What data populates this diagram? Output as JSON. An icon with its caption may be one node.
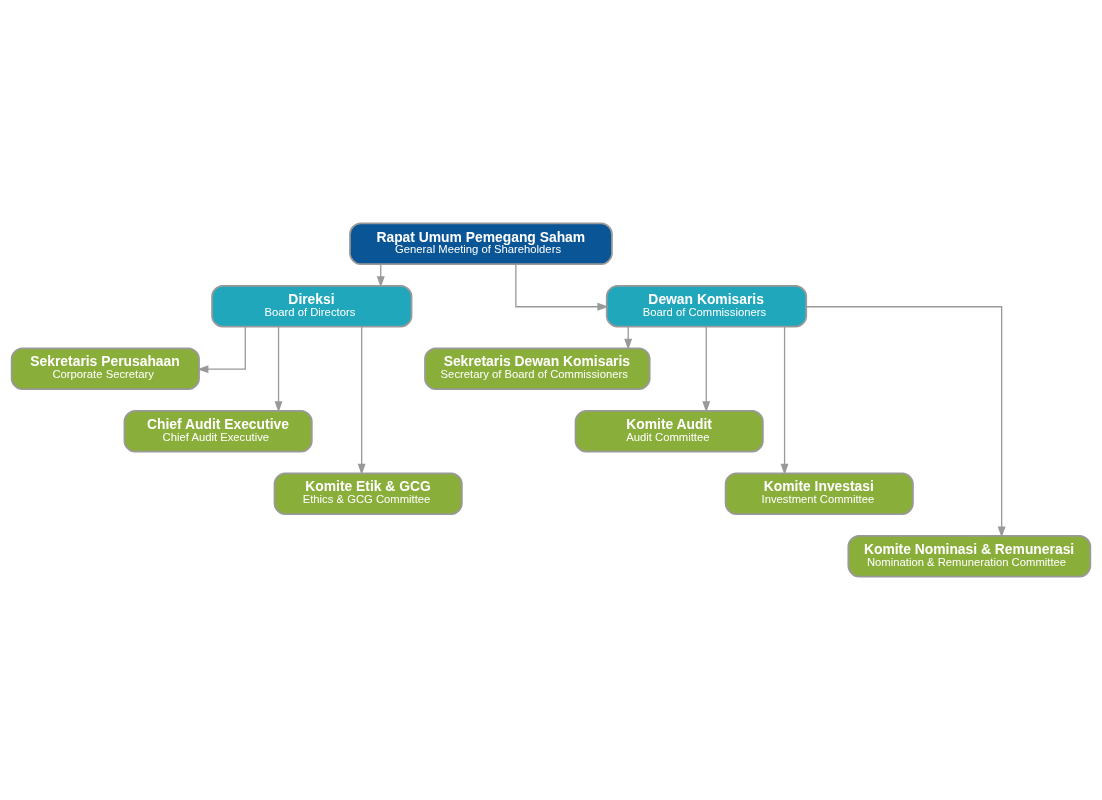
{
  "diagram": {
    "nodes": [
      {
        "text": [
          "Rapat Umum Pemegang Saham",
          "General Meeting of Shareholders"
        ]
      },
      {
        "text": [
          "Direksi",
          "Board of Directors"
        ]
      },
      {
        "text": [
          "Dewan Komisaris",
          "Board of Commissioners"
        ]
      },
      {
        "text": [
          "Sekretaris Perusahaan",
          "Corporate Secretary"
        ]
      },
      {
        "text": [
          "Chief Audit Executive",
          "Chief Audit Executive"
        ]
      },
      {
        "text": [
          "Komite Etik & GCG",
          "Ethics & GCG Committee"
        ]
      },
      {
        "text": [
          "Sekretaris Dewan Komisaris",
          "Secretary of Board of Commissioners"
        ]
      },
      {
        "text": [
          "Komite Audit",
          "Audit Committee"
        ]
      },
      {
        "text": [
          "Komite Investasi",
          "Investment Committee"
        ]
      },
      {
        "text": [
          "Komite Nominasi & Remunerasi",
          "Nomination & Remuneration Committee"
        ]
      }
    ],
    "edges": [
      {
        "from": 0,
        "to": 1,
        "arrow": "to"
      },
      {
        "from": 0,
        "to": 2,
        "arrow": "to"
      },
      {
        "from": 1,
        "to": 3,
        "arrow": "to"
      },
      {
        "from": 1,
        "to": 4,
        "arrow": "to"
      },
      {
        "from": 1,
        "to": 5,
        "arrow": "to"
      },
      {
        "from": 2,
        "to": 6,
        "arrow": "to"
      },
      {
        "from": 2,
        "to": 7,
        "arrow": "to"
      },
      {
        "from": 2,
        "to": 8,
        "arrow": "to"
      },
      {
        "from": 2,
        "to": 9,
        "arrow": "to"
      }
    ]
  }
}
